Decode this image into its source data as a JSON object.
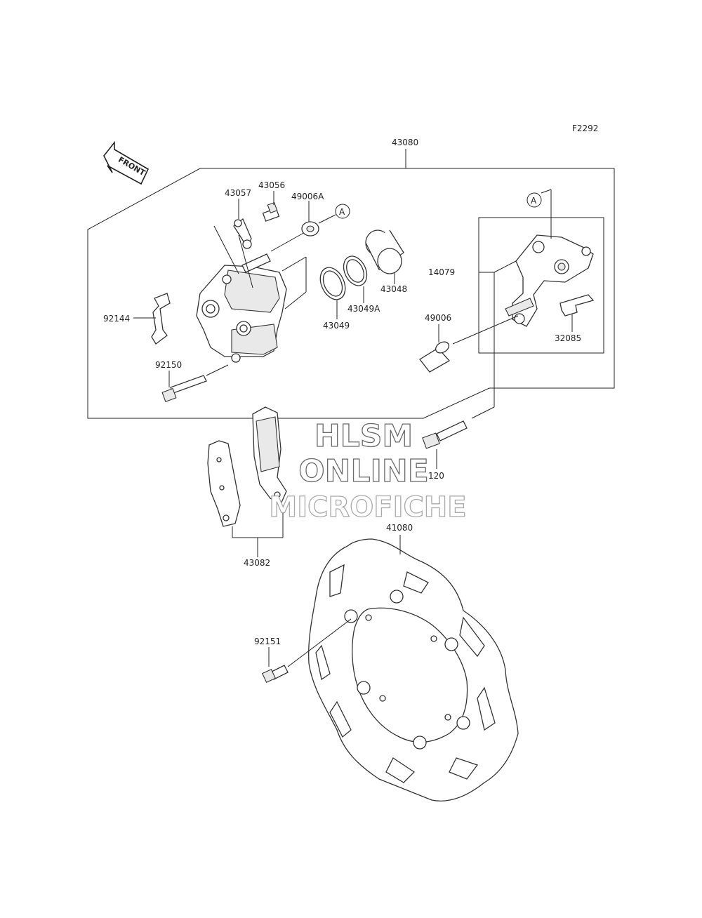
{
  "figure_code": "F2292",
  "front_label": "FRONT",
  "reference_marker": "A",
  "part_numbers": {
    "caliper_assembly": "43080",
    "bleeder_cap_arm": "43057",
    "bleeder_valve": "43056",
    "boot_upper": "49006A",
    "piston": "43048",
    "seal_piston": "43049A",
    "seal_dust": "43049",
    "holder": "14079",
    "pad_spring": "92144",
    "boot_lower": "49006",
    "pad_clip": "32085",
    "pin_bolt": "92150",
    "pads": "43082",
    "bolt": "120",
    "disc": "41080",
    "disc_bolt": "92151"
  },
  "watermark": {
    "line1": "HLSM",
    "line2": "ONLINE",
    "line3": "MICROFICHE"
  }
}
